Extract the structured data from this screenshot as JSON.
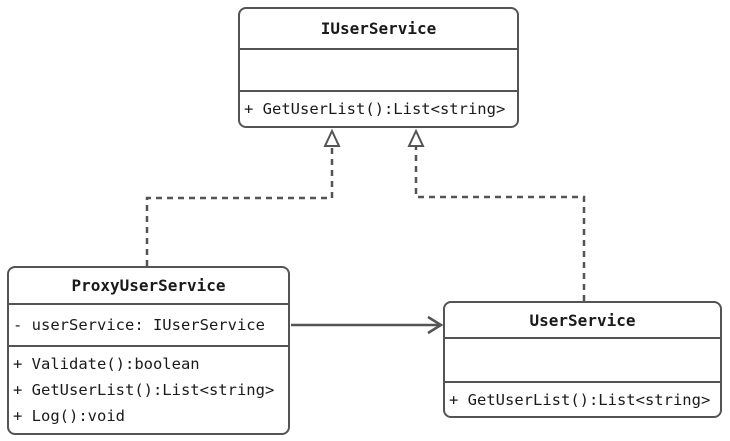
{
  "diagram": {
    "type": "uml-class-diagram",
    "colors": {
      "stroke": "#545454",
      "text": "#1a1a1a",
      "box_fill": "#ffffff",
      "background": "#ffffff"
    },
    "classes": [
      {
        "name": "IUserService",
        "attributes": [],
        "methods": [
          "+ GetUserList():List<string>"
        ]
      },
      {
        "name": "ProxyUserService",
        "attributes": [
          "- userService: IUserService"
        ],
        "methods": [
          "+ Validate():boolean",
          "+ GetUserList():List<string>",
          "+ Log():void"
        ]
      },
      {
        "name": "UserService",
        "attributes": [],
        "methods": [
          "+ GetUserList():List<string>"
        ]
      }
    ],
    "relations": [
      {
        "from": "ProxyUserService",
        "to": "IUserService",
        "type": "realization",
        "line": "dashed",
        "head": "hollow-triangle"
      },
      {
        "from": "UserService",
        "to": "IUserService",
        "type": "realization",
        "line": "dashed",
        "head": "hollow-triangle"
      },
      {
        "from": "ProxyUserService",
        "to": "UserService",
        "type": "directed-association",
        "line": "solid",
        "head": "open-arrow"
      }
    ]
  }
}
